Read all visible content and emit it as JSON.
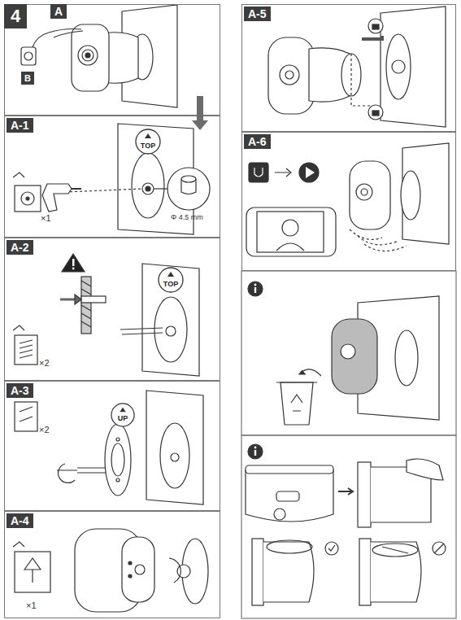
{
  "diagram": {
    "nodes": [
      {
        "text": [
          "A"
        ]
      },
      {
        "text": [
          "A-1"
        ]
      },
      {
        "text": [
          "TOP"
        ],
        "in": 1
      },
      {
        "text": [
          "A-2"
        ]
      },
      {
        "text": [
          "TOP"
        ],
        "in": 3
      },
      {
        "text": [
          "A-3"
        ]
      },
      {
        "text": [
          "UP"
        ],
        "in": 5
      },
      {
        "text": [
          "A-4"
        ]
      },
      {
        "text": [
          "A-5"
        ]
      },
      {
        "text": [
          "A-6"
        ]
      }
    ],
    "edges": [
      {
        "from": 0,
        "to": 1,
        "arrow": "to"
      }
    ],
    "labels": [
      "4",
      "B",
      "Φ 4.5 mm",
      "×1",
      "×2",
      "×2",
      "×1"
    ]
  }
}
